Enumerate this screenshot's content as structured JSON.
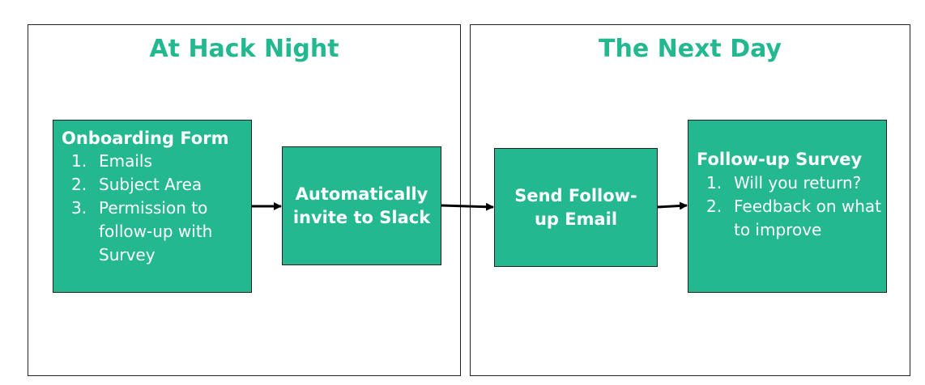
{
  "panels": {
    "left_title": "At Hack Night",
    "right_title": "The Next Day"
  },
  "boxes": {
    "onboarding": {
      "title": "Onboarding Form",
      "items": [
        {
          "num": "1.",
          "text": "Emails"
        },
        {
          "num": "2.",
          "text": "Subject Area"
        },
        {
          "num": "3.",
          "text": "Permission to follow-up with Survey"
        }
      ]
    },
    "slack": {
      "title": "Automatically invite to Slack"
    },
    "email": {
      "title": "Send Follow-up Email"
    },
    "survey": {
      "title": "Follow-up Survey",
      "items": [
        {
          "num": "1.",
          "text": "Will you return?"
        },
        {
          "num": "2.",
          "text": "Feedback on what to improve"
        }
      ]
    }
  },
  "colors": {
    "accent": "#23b88f",
    "border": "#222222",
    "arrow": "#000000"
  }
}
